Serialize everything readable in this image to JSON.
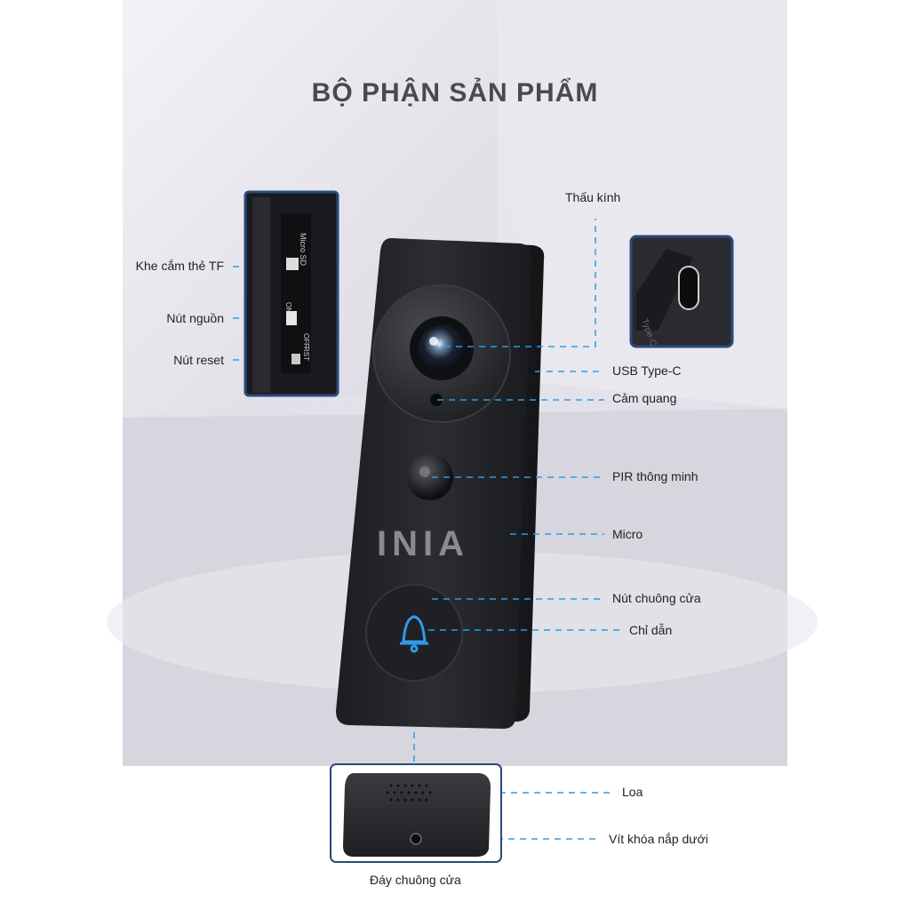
{
  "title": "BỘ PHẬN SẢN PHẨM",
  "brand_logo": "INIA",
  "accent_color": "#2f9be8",
  "frame_color": "#2a4a7a",
  "labels": {
    "lens": "Thấu kính",
    "tf_slot": "Khe cắm thẻ TF",
    "power_button": "Nút nguồn",
    "reset_button": "Nút reset",
    "usb_type_c": "USB Type-C",
    "light_sensor": "Cảm quang",
    "pir_sensor": "PIR thông minh",
    "micro": "Micro",
    "doorbell_button": "Nút chuông cửa",
    "indicator": "Chỉ dẫn",
    "speaker": "Loa",
    "bottom_screw": "Vít khóa nắp dưới",
    "doorbell_bottom": "Đáy chuông cửa"
  },
  "inset_text": {
    "micro_sd": "Micro SD",
    "on": "ON",
    "off": "OFF",
    "rst": "RST",
    "type_c": "Type-C"
  }
}
